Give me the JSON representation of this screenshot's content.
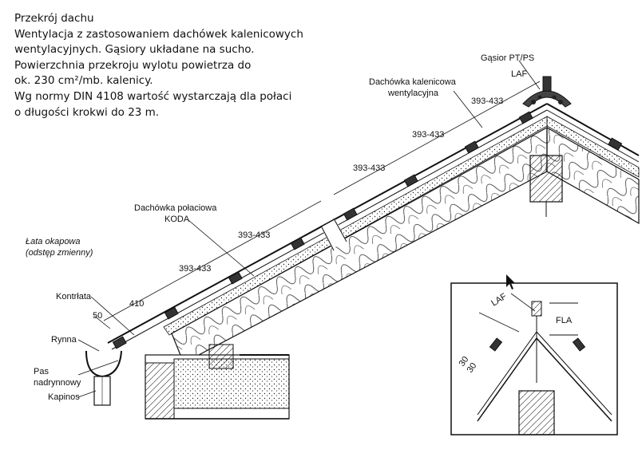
{
  "description": {
    "lines": [
      "Przekrój dachu",
      "Wentylacja z zastosowaniem dachówek kalenicowych",
      "wentylacyjnych. Gąsiory układane na sucho.",
      "Powierzchnia przekroju wylotu powietrza do",
      "ok. 230 cm²/mb. kalenicy.",
      "Wg normy DIN 4108 wartość wystarczają dla połaci",
      "o długości krokwi do 23 m."
    ]
  },
  "labels": {
    "gasior": "Gąsior PT/PS",
    "laf": "LAF",
    "dachowka_kalenicowa_1": "Dachówka kalenicowa",
    "dachowka_kalenicowa_2": "wentylacyjna",
    "dachowka_polaciowa_1": "Dachówka połaciowa",
    "dachowka_polaciowa_2": "KODA",
    "lata_okapowa_1": "Łata okapowa",
    "lata_okapowa_2": "(odstęp zmienny)",
    "kontrlata": "Kontrłata",
    "rynna": "Rynna",
    "pas_nadrynnowy_1": "Pas",
    "pas_nadrynnowy_2": "nadrynnowy",
    "kapinos": "Kapinos"
  },
  "dimensions": {
    "batten_spacing": "393-433",
    "first_batten": "410",
    "eaves_offset": "50"
  },
  "detail": {
    "laf": "LAF",
    "fla": "FLA",
    "d1": "30",
    "d2": "30"
  },
  "colors": {
    "line": "#111111",
    "background": "#ffffff"
  }
}
